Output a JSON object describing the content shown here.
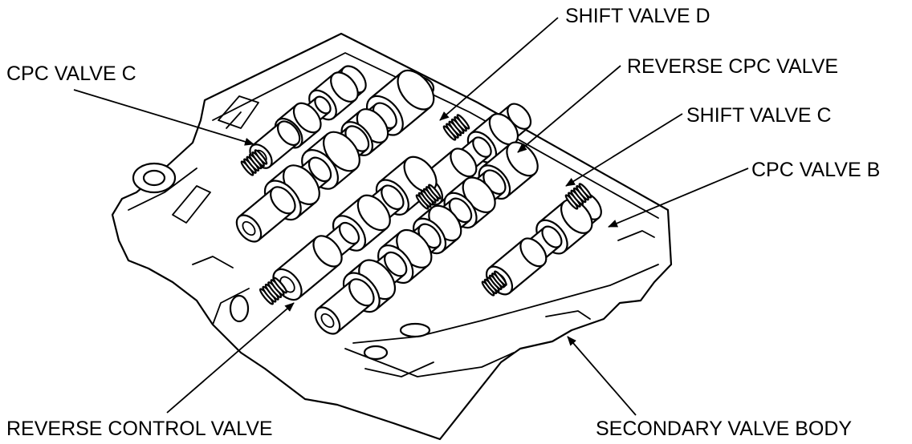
{
  "labels": {
    "shift_valve_d": "SHIFT VALVE D",
    "cpc_valve_c": "CPC VALVE C",
    "reverse_cpc_valve": "REVERSE CPC VALVE",
    "shift_valve_c": "SHIFT VALVE C",
    "cpc_valve_b": "CPC VALVE B",
    "reverse_control_valve": "REVERSE CONTROL VALVE",
    "secondary_valve_body": "SECONDARY VALVE BODY"
  },
  "colors": {
    "line": "#000000",
    "background": "#ffffff"
  }
}
